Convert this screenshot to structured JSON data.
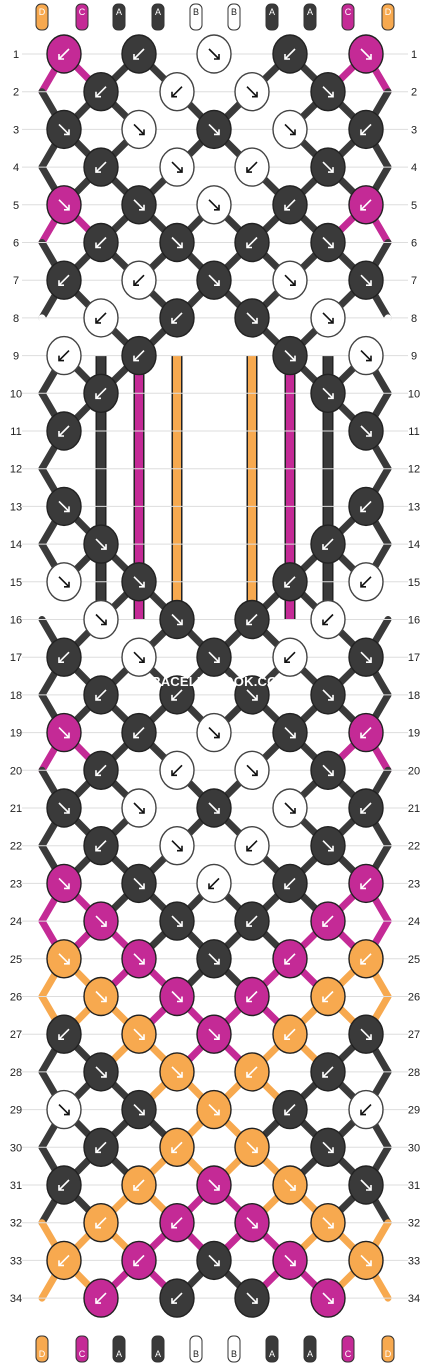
{
  "watermark": "BRACELETBOOK.COM",
  "colors": {
    "A": "#3a3a3a",
    "B": "#ffffff",
    "C": "#c42a96",
    "D": "#f7a94f"
  },
  "strings_top": [
    "D",
    "C",
    "A",
    "A",
    "B",
    "B",
    "A",
    "A",
    "C",
    "D"
  ],
  "strings_bottom": [
    "D",
    "C",
    "A",
    "A",
    "B",
    "B",
    "A",
    "A",
    "C",
    "D"
  ],
  "rows": [
    {
      "n": "1",
      "odd": true,
      "knots": [
        {
          "c": "C",
          "d": "bl"
        },
        {
          "c": "A",
          "d": "bl"
        },
        {
          "c": "B",
          "d": "br"
        },
        {
          "c": "A",
          "d": "bl"
        },
        {
          "c": "C",
          "d": "br"
        }
      ]
    },
    {
      "n": "2",
      "odd": false,
      "knots": [
        {
          "c": "A",
          "d": "bl"
        },
        {
          "c": "B",
          "d": "bl"
        },
        {
          "c": "B",
          "d": "br"
        },
        {
          "c": "A",
          "d": "br"
        }
      ]
    },
    {
      "n": "3",
      "odd": true,
      "knots": [
        {
          "c": "A",
          "d": "br"
        },
        {
          "c": "B",
          "d": "br"
        },
        {
          "c": "A",
          "d": "br"
        },
        {
          "c": "B",
          "d": "br"
        },
        {
          "c": "A",
          "d": "bl"
        }
      ]
    },
    {
      "n": "4",
      "odd": false,
      "knots": [
        {
          "c": "A",
          "d": "bl"
        },
        {
          "c": "B",
          "d": "br"
        },
        {
          "c": "B",
          "d": "bl"
        },
        {
          "c": "A",
          "d": "br"
        }
      ]
    },
    {
      "n": "5",
      "odd": true,
      "knots": [
        {
          "c": "C",
          "d": "br"
        },
        {
          "c": "A",
          "d": "br"
        },
        {
          "c": "B",
          "d": "br"
        },
        {
          "c": "A",
          "d": "bl"
        },
        {
          "c": "C",
          "d": "bl"
        }
      ]
    },
    {
      "n": "6",
      "odd": false,
      "knots": [
        {
          "c": "A",
          "d": "bl"
        },
        {
          "c": "A",
          "d": "br"
        },
        {
          "c": "A",
          "d": "bl"
        },
        {
          "c": "A",
          "d": "br"
        }
      ]
    },
    {
      "n": "7",
      "odd": true,
      "knots": [
        {
          "c": "A",
          "d": "bl"
        },
        {
          "c": "B",
          "d": "bl"
        },
        {
          "c": "A",
          "d": "br"
        },
        {
          "c": "B",
          "d": "br"
        },
        {
          "c": "A",
          "d": "br"
        }
      ]
    },
    {
      "n": "8",
      "odd": false,
      "knots": [
        {
          "c": "B",
          "d": "bl"
        },
        {
          "c": "A",
          "d": "bl"
        },
        {
          "c": "A",
          "d": "br"
        },
        {
          "c": "B",
          "d": "br"
        }
      ]
    },
    {
      "n": "9",
      "odd": true,
      "knots": [
        {
          "c": "B",
          "d": "bl"
        },
        {
          "c": "A",
          "d": "bl"
        },
        null,
        {
          "c": "A",
          "d": "br"
        },
        {
          "c": "B",
          "d": "br"
        }
      ]
    },
    {
      "n": "10",
      "odd": false,
      "knots": [
        {
          "c": "A",
          "d": "bl"
        },
        null,
        null,
        {
          "c": "A",
          "d": "br"
        }
      ]
    },
    {
      "n": "11",
      "odd": true,
      "knots": [
        {
          "c": "A",
          "d": "bl"
        },
        null,
        null,
        null,
        {
          "c": "A",
          "d": "br"
        }
      ]
    },
    {
      "n": "12",
      "odd": false,
      "knots": [
        null,
        null,
        null,
        null
      ]
    },
    {
      "n": "13",
      "odd": true,
      "knots": [
        {
          "c": "A",
          "d": "br"
        },
        null,
        null,
        null,
        {
          "c": "A",
          "d": "bl"
        }
      ]
    },
    {
      "n": "14",
      "odd": false,
      "knots": [
        {
          "c": "A",
          "d": "br"
        },
        null,
        null,
        {
          "c": "A",
          "d": "bl"
        }
      ]
    },
    {
      "n": "15",
      "odd": true,
      "knots": [
        {
          "c": "B",
          "d": "br"
        },
        {
          "c": "A",
          "d": "br"
        },
        null,
        {
          "c": "A",
          "d": "bl"
        },
        {
          "c": "B",
          "d": "bl"
        }
      ]
    },
    {
      "n": "16",
      "odd": false,
      "knots": [
        {
          "c": "B",
          "d": "br"
        },
        {
          "c": "A",
          "d": "br"
        },
        {
          "c": "A",
          "d": "bl"
        },
        {
          "c": "B",
          "d": "bl"
        }
      ]
    },
    {
      "n": "17",
      "odd": true,
      "knots": [
        {
          "c": "A",
          "d": "bl"
        },
        {
          "c": "B",
          "d": "br"
        },
        {
          "c": "A",
          "d": "br"
        },
        {
          "c": "B",
          "d": "bl"
        },
        {
          "c": "A",
          "d": "br"
        }
      ]
    },
    {
      "n": "18",
      "odd": false,
      "knots": [
        {
          "c": "A",
          "d": "bl"
        },
        {
          "c": "A",
          "d": "bl"
        },
        {
          "c": "A",
          "d": "br"
        },
        {
          "c": "A",
          "d": "br"
        }
      ]
    },
    {
      "n": "19",
      "odd": true,
      "knots": [
        {
          "c": "C",
          "d": "br"
        },
        {
          "c": "A",
          "d": "bl"
        },
        {
          "c": "B",
          "d": "br"
        },
        {
          "c": "A",
          "d": "br"
        },
        {
          "c": "C",
          "d": "bl"
        }
      ]
    },
    {
      "n": "20",
      "odd": false,
      "knots": [
        {
          "c": "A",
          "d": "bl"
        },
        {
          "c": "B",
          "d": "bl"
        },
        {
          "c": "B",
          "d": "br"
        },
        {
          "c": "A",
          "d": "br"
        }
      ]
    },
    {
      "n": "21",
      "odd": true,
      "knots": [
        {
          "c": "A",
          "d": "br"
        },
        {
          "c": "B",
          "d": "br"
        },
        {
          "c": "A",
          "d": "br"
        },
        {
          "c": "B",
          "d": "br"
        },
        {
          "c": "A",
          "d": "bl"
        }
      ]
    },
    {
      "n": "22",
      "odd": false,
      "knots": [
        {
          "c": "A",
          "d": "bl"
        },
        {
          "c": "B",
          "d": "br"
        },
        {
          "c": "B",
          "d": "bl"
        },
        {
          "c": "A",
          "d": "br"
        }
      ]
    },
    {
      "n": "23",
      "odd": true,
      "knots": [
        {
          "c": "C",
          "d": "br"
        },
        {
          "c": "A",
          "d": "br"
        },
        {
          "c": "B",
          "d": "bl"
        },
        {
          "c": "A",
          "d": "bl"
        },
        {
          "c": "C",
          "d": "bl"
        }
      ]
    },
    {
      "n": "24",
      "odd": false,
      "knots": [
        {
          "c": "C",
          "d": "br"
        },
        {
          "c": "A",
          "d": "br"
        },
        {
          "c": "A",
          "d": "bl"
        },
        {
          "c": "C",
          "d": "bl"
        }
      ]
    },
    {
      "n": "25",
      "odd": true,
      "knots": [
        {
          "c": "D",
          "d": "br"
        },
        {
          "c": "C",
          "d": "br"
        },
        {
          "c": "A",
          "d": "br"
        },
        {
          "c": "C",
          "d": "bl"
        },
        {
          "c": "D",
          "d": "bl"
        }
      ]
    },
    {
      "n": "26",
      "odd": false,
      "knots": [
        {
          "c": "D",
          "d": "br"
        },
        {
          "c": "C",
          "d": "br"
        },
        {
          "c": "C",
          "d": "bl"
        },
        {
          "c": "D",
          "d": "bl"
        }
      ]
    },
    {
      "n": "27",
      "odd": true,
      "knots": [
        {
          "c": "A",
          "d": "bl"
        },
        {
          "c": "D",
          "d": "br"
        },
        {
          "c": "C",
          "d": "br"
        },
        {
          "c": "D",
          "d": "bl"
        },
        {
          "c": "A",
          "d": "br"
        }
      ]
    },
    {
      "n": "28",
      "odd": false,
      "knots": [
        {
          "c": "A",
          "d": "br"
        },
        {
          "c": "D",
          "d": "br"
        },
        {
          "c": "D",
          "d": "bl"
        },
        {
          "c": "A",
          "d": "bl"
        }
      ]
    },
    {
      "n": "29",
      "odd": true,
      "knots": [
        {
          "c": "B",
          "d": "br"
        },
        {
          "c": "A",
          "d": "br"
        },
        {
          "c": "D",
          "d": "br"
        },
        {
          "c": "A",
          "d": "bl"
        },
        {
          "c": "B",
          "d": "bl"
        }
      ]
    },
    {
      "n": "30",
      "odd": false,
      "knots": [
        {
          "c": "A",
          "d": "bl"
        },
        {
          "c": "D",
          "d": "bl"
        },
        {
          "c": "D",
          "d": "br"
        },
        {
          "c": "A",
          "d": "br"
        }
      ]
    },
    {
      "n": "31",
      "odd": true,
      "knots": [
        {
          "c": "A",
          "d": "bl"
        },
        {
          "c": "D",
          "d": "bl"
        },
        {
          "c": "C",
          "d": "br"
        },
        {
          "c": "D",
          "d": "br"
        },
        {
          "c": "A",
          "d": "br"
        }
      ]
    },
    {
      "n": "32",
      "odd": false,
      "knots": [
        {
          "c": "D",
          "d": "bl"
        },
        {
          "c": "C",
          "d": "bl"
        },
        {
          "c": "C",
          "d": "br"
        },
        {
          "c": "D",
          "d": "br"
        }
      ]
    },
    {
      "n": "33",
      "odd": true,
      "knots": [
        {
          "c": "D",
          "d": "bl"
        },
        {
          "c": "C",
          "d": "bl"
        },
        {
          "c": "A",
          "d": "br"
        },
        {
          "c": "C",
          "d": "br"
        },
        {
          "c": "D",
          "d": "br"
        }
      ]
    },
    {
      "n": "34",
      "odd": false,
      "knots": [
        {
          "c": "C",
          "d": "bl"
        },
        {
          "c": "A",
          "d": "bl"
        },
        {
          "c": "A",
          "d": "br"
        },
        {
          "c": "C",
          "d": "br"
        }
      ]
    }
  ]
}
